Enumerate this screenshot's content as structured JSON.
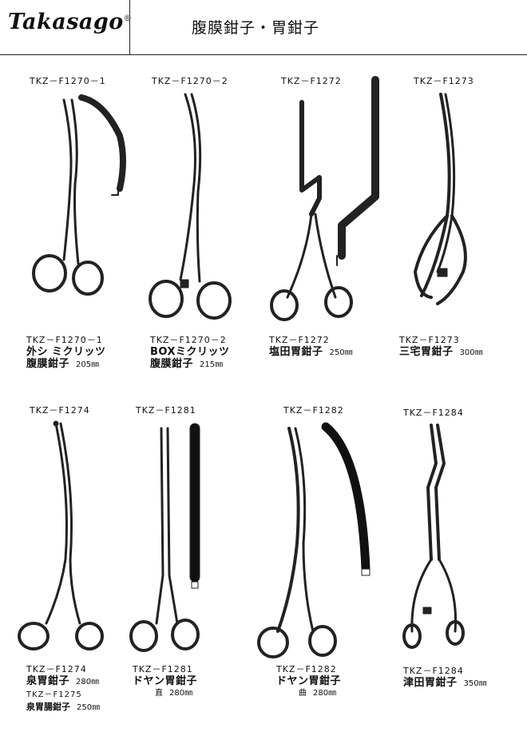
{
  "header": {
    "logo": "Takasago",
    "logo_mark": "®",
    "title": "腹膜鉗子・胃鉗子"
  },
  "items": [
    {
      "code_top": "TKZ－F1270－1",
      "code": "TKZ－F1270－1",
      "name1": "外シ ミクリッツ",
      "name2": "腹膜鉗子",
      "size": "205㎜"
    },
    {
      "code_top": "TKZ－F1270－2",
      "code": "TKZ－F1270－2",
      "name1": "BOXミクリッツ",
      "name2": "腹膜鉗子",
      "size": "215㎜"
    },
    {
      "code_top": "TKZ－F1272",
      "code": "TKZ－F1272",
      "name1": "塩田胃鉗子",
      "size": "250㎜"
    },
    {
      "code_top": "TKZ－F1273",
      "code": "TKZ－F1273",
      "name1": "三宅胃鉗子",
      "size": "300㎜"
    },
    {
      "code_top": "TKZ－F1274",
      "code": "TKZ－F1274",
      "name1": "泉胃鉗子",
      "size": "280㎜",
      "code2": "TKZ－F1275",
      "name2": "泉胃腸鉗子",
      "size2": "250㎜"
    },
    {
      "code_top": "TKZ－F1281",
      "code": "TKZ－F1281",
      "name1": "ドヤン胃鉗子",
      "sub": "直",
      "size": "280㎜"
    },
    {
      "code_top": "TKZ－F1282",
      "code": "TKZ－F1282",
      "name1": "ドヤン胃鉗子",
      "sub": "曲",
      "size": "280㎜"
    },
    {
      "code_top": "TKZ－F1284",
      "code": "TKZ－F1284",
      "name1": "津田胃鉗子",
      "size": "350㎜"
    }
  ]
}
